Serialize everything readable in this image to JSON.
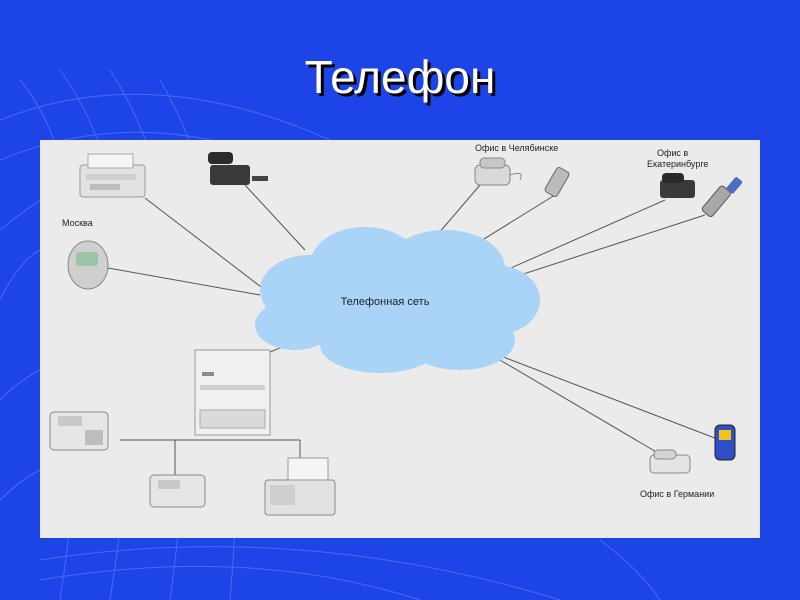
{
  "slide": {
    "title": "Телефон"
  },
  "diagram": {
    "network_label": "Телефонная сеть",
    "labels": {
      "moscow": "Москва",
      "office_chelyabinsk": "Офис в Челябинске",
      "office_ekaterinburg_line1": "Офис в",
      "office_ekaterinburg_line2": "Екатеринбурге",
      "office_germany": "Офис в Германии"
    }
  },
  "colors": {
    "background": "#1c44e6",
    "panel": "#ebebeb",
    "cloud": "#a9d4f7",
    "line": "#555555"
  }
}
